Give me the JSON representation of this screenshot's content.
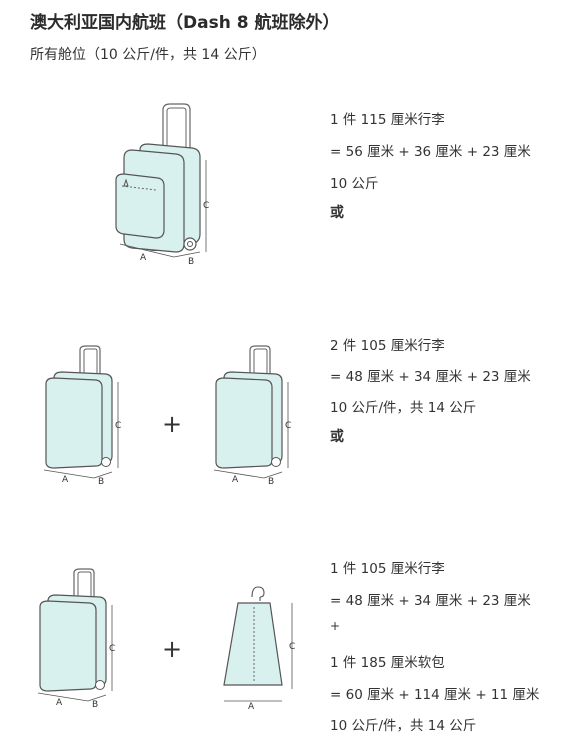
{
  "page": {
    "title": "澳大利亚国内航班（Dash 8 航班除外）",
    "subtitle": "所有舱位（10 公斤/件，共 14 公斤）"
  },
  "options": [
    {
      "lines": [
        "1 件 115 厘米行李",
        "= 56 厘米 + 36 厘米 + 23 厘米",
        "10 公斤"
      ],
      "separator": "或"
    },
    {
      "lines": [
        "2 件 105 厘米行李",
        "= 48 厘米 + 34 厘米 + 23 厘米",
        "10 公斤/件，共 14 公斤"
      ],
      "separator": "或"
    },
    {
      "lines": [
        "1 件 105 厘米行李",
        "= 48 厘米 + 34 厘米 + 23 厘米",
        "+",
        "1 件 185 厘米软包",
        "= 60 厘米 + 114 厘米 + 11 厘米",
        "10 公斤/件，共 14 公斤"
      ]
    }
  ],
  "plus_symbol": "+",
  "dimension_labels": {
    "a": "A",
    "b": "B",
    "c": "C"
  },
  "colors": {
    "bag_fill": "#d9f1ee",
    "bag_stroke": "#555555",
    "text": "#333333"
  }
}
